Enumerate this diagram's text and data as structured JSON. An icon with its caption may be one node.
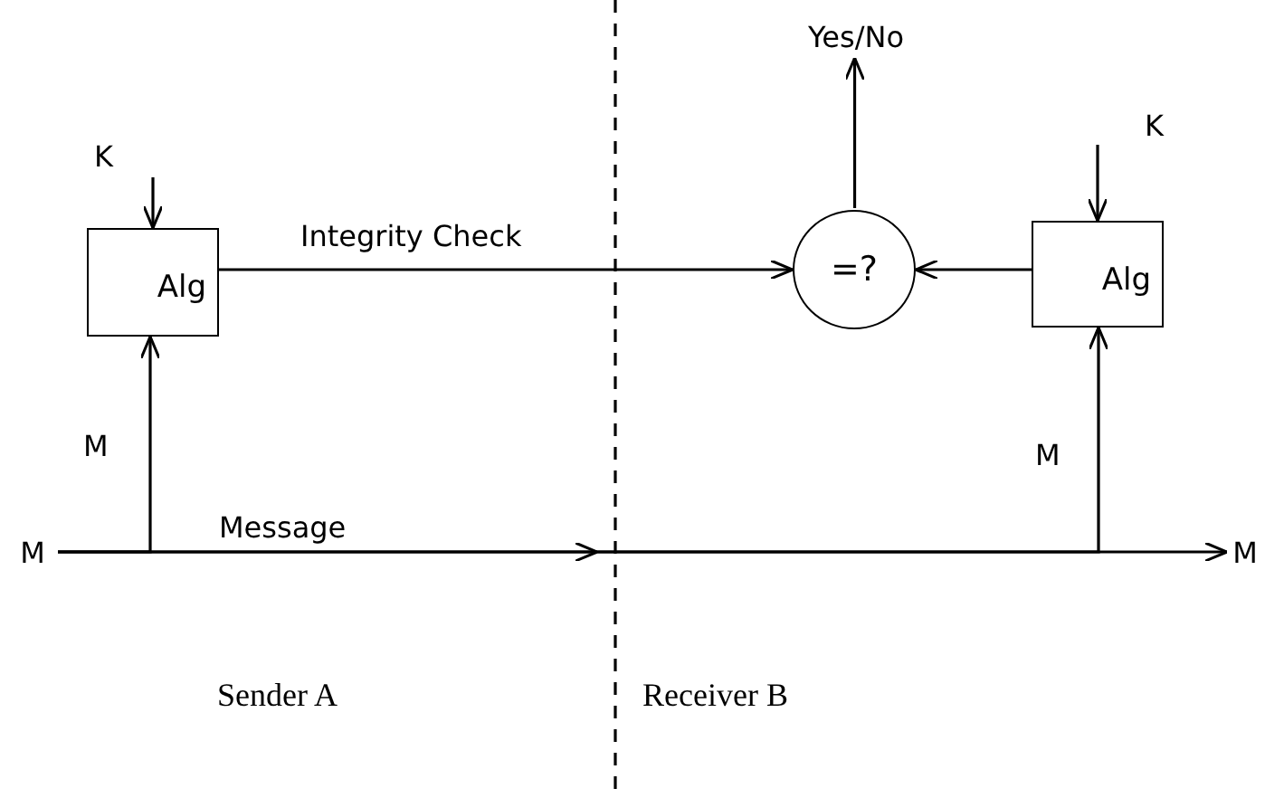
{
  "diagram": {
    "nodes": [
      {
        "text": [
          "K"
        ]
      },
      {
        "text": [
          "Alg"
        ]
      },
      {
        "text": [
          "M"
        ]
      },
      {
        "text": [
          "=?"
        ]
      },
      {
        "text": [
          "Yes/No"
        ]
      },
      {
        "text": [
          "K"
        ]
      },
      {
        "text": [
          "Alg"
        ]
      },
      {
        "text": [
          "M"
        ]
      }
    ],
    "edges": [
      {
        "from": 0,
        "to": 1,
        "arrow": "to"
      },
      {
        "from": 1,
        "to": 3,
        "arrow": "to",
        "label": "Integrity Check"
      },
      {
        "from": 6,
        "to": 3,
        "arrow": "to"
      },
      {
        "from": 3,
        "to": 4,
        "arrow": "to"
      },
      {
        "from": 5,
        "to": 6,
        "arrow": "to"
      },
      {
        "from": 2,
        "to": 1,
        "arrow": "to",
        "label": "M"
      },
      {
        "from": 2,
        "to": 7,
        "arrow": "to",
        "label": "Message"
      },
      {
        "from": 2,
        "to": 6,
        "arrow": "to",
        "label": "M"
      }
    ],
    "labels": [
      "Sender A",
      "Receiver B"
    ]
  }
}
